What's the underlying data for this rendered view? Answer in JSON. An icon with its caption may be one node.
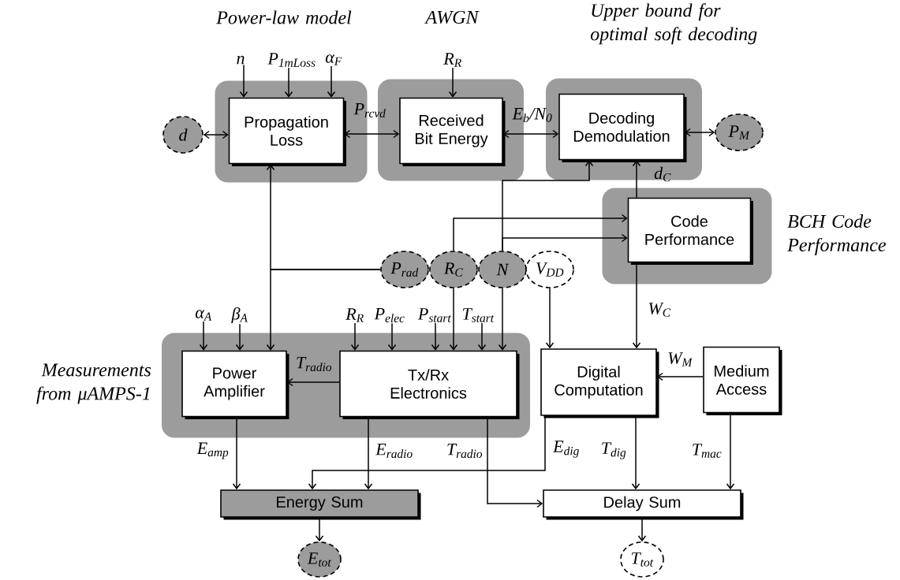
{
  "diagram": {
    "nodes": [
      {
        "text": [
          "Power-law model"
        ]
      },
      {
        "text": [
          "Propagation Loss"
        ],
        "in": 0
      },
      {
        "text": [
          "AWGN"
        ]
      },
      {
        "text": [
          "Received Bit Energy"
        ],
        "in": 2
      },
      {
        "text": [
          "Upper bound for optimal soft decoding"
        ]
      },
      {
        "text": [
          "Decoding Demodulation"
        ],
        "in": 4
      },
      {
        "text": [
          "BCH Code Performance"
        ]
      },
      {
        "text": [
          "Code Performance"
        ],
        "in": 6
      },
      {
        "text": [
          "Measurements from μAMPS-1"
        ]
      },
      {
        "text": [
          "Power Amplifier"
        ],
        "in": 8
      },
      {
        "text": [
          "Tx/Rx Electronics"
        ],
        "in": 8
      },
      {
        "text": [
          "Digital Computation"
        ]
      },
      {
        "text": [
          "Medium Access"
        ]
      },
      {
        "text": [
          "Energy  Sum"
        ]
      },
      {
        "text": [
          "Delay Sum"
        ]
      },
      {
        "text": [
          "d"
        ]
      },
      {
        "text": [
          "P$_{M}$"
        ]
      },
      {
        "text": [
          "P$_{rad}$"
        ]
      },
      {
        "text": [
          "R$_{C}$"
        ]
      },
      {
        "text": [
          "N"
        ]
      },
      {
        "text": [
          "V$_{DD}$"
        ]
      },
      {
        "text": [
          "E$_{tot}$"
        ]
      },
      {
        "text": [
          "T$_{tot}$"
        ]
      },
      {
        "text": [
          "n"
        ]
      },
      {
        "text": [
          "P$_{1mLoss}$"
        ]
      },
      {
        "text": [
          "α$_{F}$"
        ]
      },
      {
        "text": [
          "R$_{R}$"
        ]
      },
      {
        "text": [
          "α$_{A}$"
        ]
      },
      {
        "text": [
          "β$_{A}$"
        ]
      },
      {
        "text": [
          "R$_{R}$"
        ]
      },
      {
        "text": [
          "P$_{elec}$"
        ]
      },
      {
        "text": [
          "P$_{start}$"
        ]
      },
      {
        "text": [
          "T$_{start}$"
        ]
      }
    ],
    "edges": [
      {
        "from": 15,
        "to": 1,
        "arrow": "both"
      },
      {
        "from": 1,
        "to": 3,
        "arrow": "both",
        "label": "P$_{rcvd}$"
      },
      {
        "from": 3,
        "to": 5,
        "arrow": "both",
        "label": "E$_{b}$/N$_{0}$"
      },
      {
        "from": 5,
        "to": 16,
        "arrow": "both"
      },
      {
        "from": 17,
        "to": 1,
        "arrow": "to"
      },
      {
        "from": 17,
        "to": 9,
        "arrow": "to"
      },
      {
        "from": 18,
        "to": 7,
        "arrow": "to"
      },
      {
        "from": 18,
        "to": 10,
        "arrow": "to"
      },
      {
        "from": 19,
        "to": 5,
        "arrow": "to"
      },
      {
        "from": 19,
        "to": 7,
        "arrow": "to"
      },
      {
        "from": 19,
        "to": 10,
        "arrow": "to"
      },
      {
        "from": 20,
        "to": 11,
        "arrow": "to"
      },
      {
        "from": 7,
        "to": 5,
        "arrow": "to",
        "label": "d$_{C}$"
      },
      {
        "from": 7,
        "to": 11,
        "arrow": "to",
        "label": "W$_{C}$"
      },
      {
        "from": 12,
        "to": 11,
        "arrow": "to",
        "label": "W$_{M}$"
      },
      {
        "from": 10,
        "to": 9,
        "arrow": "to",
        "label": "T$_{radio}$"
      },
      {
        "from": 9,
        "to": 13,
        "arrow": "to",
        "label": "E$_{amp}$"
      },
      {
        "from": 10,
        "to": 13,
        "arrow": "to",
        "label": "E$_{radio}$"
      },
      {
        "from": 10,
        "to": 14,
        "arrow": "to",
        "label": "T$_{radio}$"
      },
      {
        "from": 11,
        "to": 13,
        "arrow": "to",
        "label": "E$_{dig}$"
      },
      {
        "from": 11,
        "to": 14,
        "arrow": "to",
        "label": "T$_{dig}$"
      },
      {
        "from": 12,
        "to": 14,
        "arrow": "to",
        "label": "T$_{mac}$"
      },
      {
        "from": 13,
        "to": 21,
        "arrow": "to"
      },
      {
        "from": 14,
        "to": 22,
        "arrow": "to"
      },
      {
        "from": 23,
        "to": 1,
        "arrow": "to"
      },
      {
        "from": 24,
        "to": 1,
        "arrow": "to"
      },
      {
        "from": 25,
        "to": 1,
        "arrow": "to"
      },
      {
        "from": 26,
        "to": 3,
        "arrow": "to"
      },
      {
        "from": 27,
        "to": 9,
        "arrow": "to"
      },
      {
        "from": 28,
        "to": 9,
        "arrow": "to"
      },
      {
        "from": 29,
        "to": 10,
        "arrow": "to"
      },
      {
        "from": 30,
        "to": 10,
        "arrow": "to"
      },
      {
        "from": 31,
        "to": 10,
        "arrow": "to"
      },
      {
        "from": 32,
        "to": 10,
        "arrow": "to"
      }
    ]
  }
}
